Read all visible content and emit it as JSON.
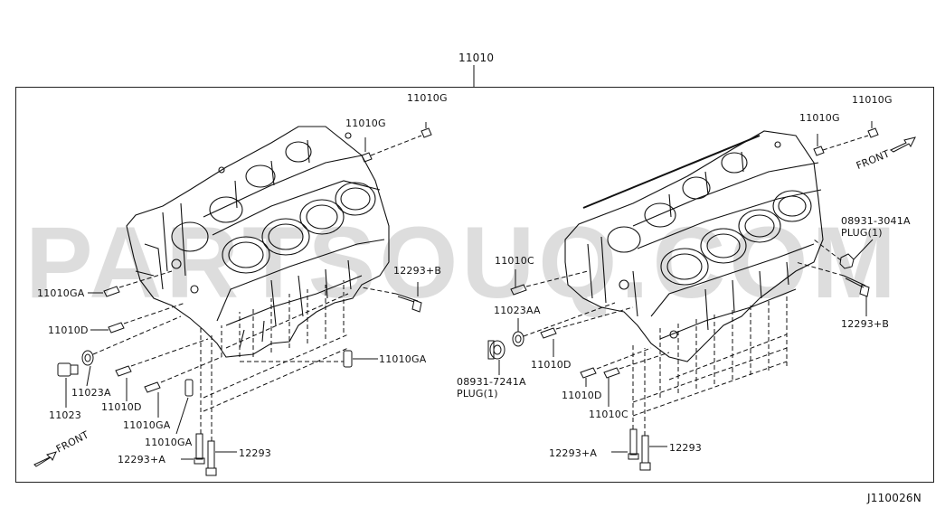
{
  "diagram": {
    "main_part": "11010",
    "figure_code": "J110026N",
    "watermark": "PARTSOUQ.COM",
    "left_block": {
      "front_label": "FRONT",
      "labels": {
        "g1": "11010G",
        "g2": "11010G",
        "b": "12293+B",
        "ga1": "11010GA",
        "d1": "11010D",
        "ga_right": "11010GA",
        "a": "11023A",
        "p11023": "11023",
        "d2": "11010D",
        "ga2": "11010GA",
        "ga3": "11010GA",
        "bolt": "12293",
        "bolt_a": "12293+A"
      }
    },
    "right_block": {
      "front_label": "FRONT",
      "labels": {
        "g1": "11010G",
        "g2": "11010G",
        "plug1_num": "08931-3041A",
        "plug1_desc": "PLUG(1)",
        "c1": "11010C",
        "aa": "11023AA",
        "b": "12293+B",
        "d1": "11010D",
        "plug2_num": "08931-7241A",
        "plug2_desc": "PLUG(1)",
        "d2": "11010D",
        "c2": "11010C",
        "bolt_a": "12293+A",
        "bolt": "12293"
      }
    },
    "colors": {
      "ink": "#111111",
      "paper": "#ffffff",
      "watermark": "#000000"
    }
  }
}
